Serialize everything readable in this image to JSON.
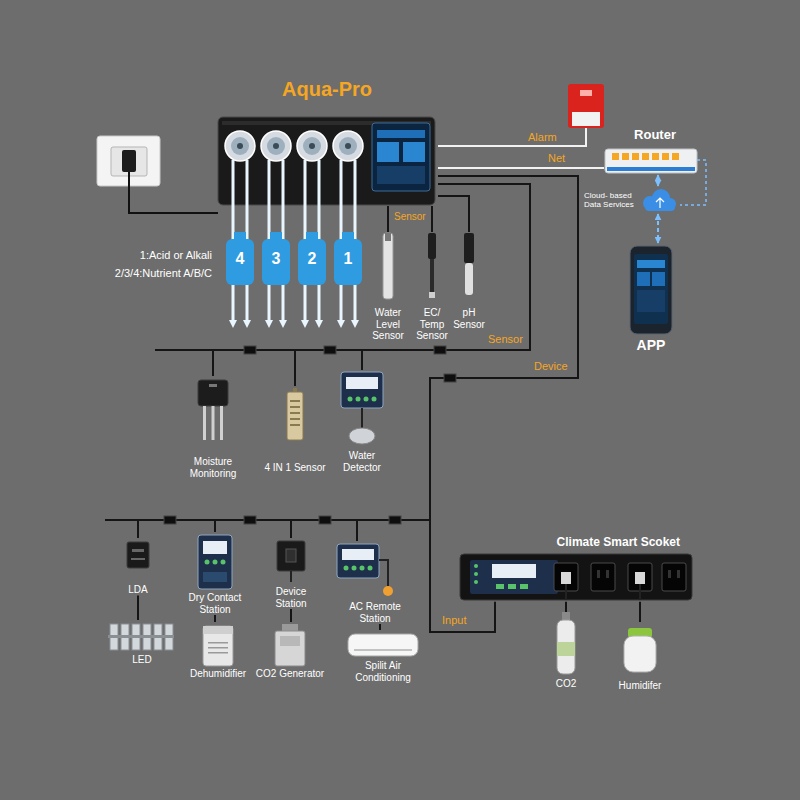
{
  "diagram": {
    "nodes": [
      {
        "text": [
          "Aqua-Pro"
        ]
      },
      {
        "text": [
          "Router"
        ]
      },
      {
        "text": [
          "Cloud- based Data Services"
        ]
      },
      {
        "text": [
          "APP"
        ]
      },
      {
        "text": [
          "Water Level Sensor"
        ]
      },
      {
        "text": [
          "EC/ Temp Sensor"
        ]
      },
      {
        "text": [
          "pH Sensor"
        ]
      },
      {
        "text": [
          "Moisture Monitoring"
        ]
      },
      {
        "text": [
          "4 IN 1 Sensor"
        ]
      },
      {
        "text": [
          "Water Detector"
        ]
      },
      {
        "text": [
          "LDA"
        ]
      },
      {
        "text": [
          "Dry Contact Station"
        ]
      },
      {
        "text": [
          "Device Station"
        ]
      },
      {
        "text": [
          "AC Remote Station"
        ]
      },
      {
        "text": [
          "LED"
        ]
      },
      {
        "text": [
          "Dehumidifier"
        ]
      },
      {
        "text": [
          "CO2 Generator"
        ]
      },
      {
        "text": [
          "Spilit Air Conditioning"
        ]
      },
      {
        "text": [
          "Climate Smart Scoket"
        ]
      },
      {
        "text": [
          "CO2"
        ]
      },
      {
        "text": [
          "Humidifer"
        ]
      }
    ],
    "edges": [
      {
        "from": 0,
        "to": 1,
        "label": "Net",
        "arrow": "none"
      },
      {
        "from": 1,
        "to": 2,
        "arrow": "both"
      },
      {
        "from": 2,
        "to": 3,
        "arrow": "both"
      },
      {
        "from": 0,
        "to": 4,
        "arrow": "none"
      },
      {
        "from": 0,
        "to": 5,
        "arrow": "none"
      },
      {
        "from": 0,
        "to": 6,
        "arrow": "none"
      },
      {
        "from": 0,
        "to": 7,
        "arrow": "none"
      },
      {
        "from": 0,
        "to": 8,
        "arrow": "none"
      },
      {
        "from": 0,
        "to": 9,
        "arrow": "none"
      },
      {
        "from": 0,
        "to": 18,
        "label": "Input",
        "arrow": "none"
      },
      {
        "from": 0,
        "to": 10,
        "arrow": "none"
      },
      {
        "from": 0,
        "to": 11,
        "arrow": "none"
      },
      {
        "from": 0,
        "to": 12,
        "arrow": "none"
      },
      {
        "from": 0,
        "to": 13,
        "arrow": "none"
      },
      {
        "from": 10,
        "to": 14,
        "arrow": "none"
      },
      {
        "from": 11,
        "to": 15,
        "arrow": "none"
      },
      {
        "from": 12,
        "to": 16,
        "arrow": "none"
      },
      {
        "from": 13,
        "to": 17,
        "arrow": "none"
      },
      {
        "from": 18,
        "to": 19,
        "arrow": "none"
      },
      {
        "from": 18,
        "to": 20,
        "arrow": "none"
      }
    ],
    "labels": [
      "Alarm",
      "Sensor",
      "1:Acid or Alkali",
      "2/3/4:Nutrient A/B/C",
      "4",
      "3",
      "2",
      "1",
      "Sensor",
      "Device"
    ]
  }
}
